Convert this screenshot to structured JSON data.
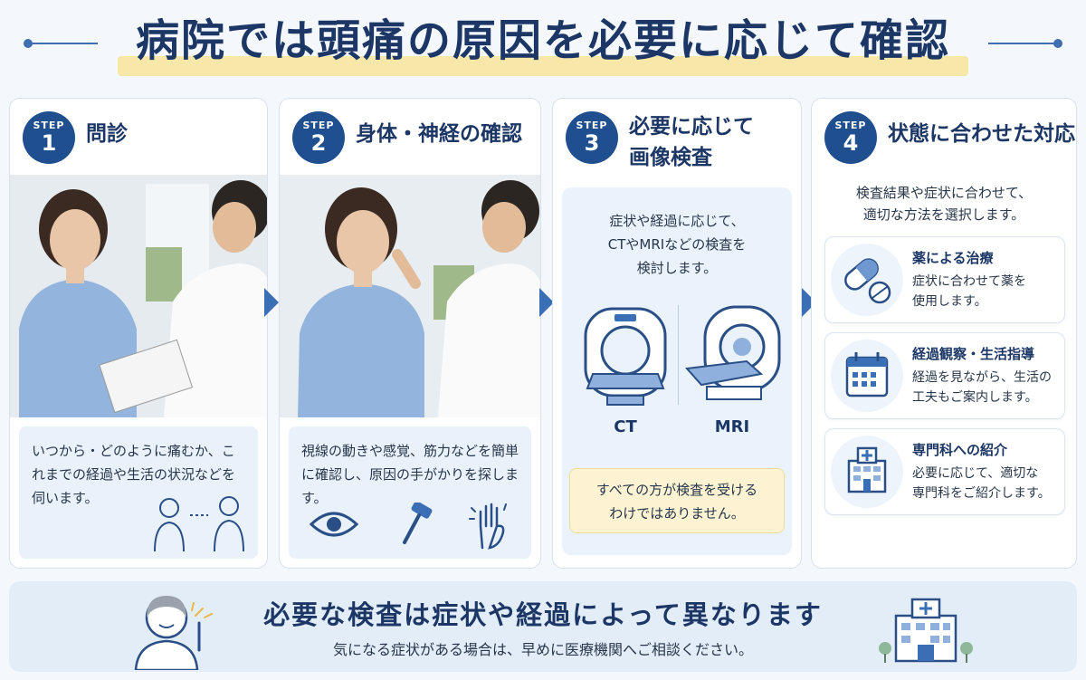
{
  "header": {
    "title": "病院では頭痛の原因を必要に応じて確認"
  },
  "steps": [
    {
      "step_label": "STEP",
      "number": "1",
      "title": "問診",
      "text": "いつから・どのように痛むか、これまでの経過や生活の状況などを伺います。"
    },
    {
      "step_label": "STEP",
      "number": "2",
      "title": "身体・神経の確認",
      "text": "視線の動きや感覚、筋力などを簡単に確認し、原因の手がかりを探します。"
    },
    {
      "step_label": "STEP",
      "number": "3",
      "title_line1": "必要に応じて",
      "title_line2": "画像検査",
      "text_line1": "症状や経過に応じて、",
      "text_line2": "CTやMRIなどの検査を",
      "text_line3": "検討します。",
      "scan1_label": "CT",
      "scan2_label": "MRI",
      "note_line1": "すべての方が検査を受ける",
      "note_line2": "わけではありません。"
    },
    {
      "step_label": "STEP",
      "number": "4",
      "title": "状態に合わせた対応",
      "intro_line1": "検査結果や症状に合わせて、",
      "intro_line2": "適切な方法を選択します。",
      "options": [
        {
          "title": "薬による治療",
          "line1": "症状に合わせて薬を",
          "line2": "使用します。",
          "icon": "pill-icon"
        },
        {
          "title": "経過観察・生活指導",
          "line1": "経過を見ながら、生活の",
          "line2": "工夫もご案内します。",
          "icon": "calendar-icon"
        },
        {
          "title": "専門科への紹介",
          "line1": "必要に応じて、適切な",
          "line2": "専門科をご紹介します。",
          "icon": "hospital-icon"
        }
      ]
    }
  ],
  "banner": {
    "title": "必要な検査は症状や経過によって異なります",
    "subtitle": "気になる症状がある場合は、早めに医療機関へご相談ください。"
  },
  "colors": {
    "primary": "#1f4f8f",
    "accent": "#3a6fb5",
    "highlight": "#f7e7a9",
    "note_bg": "#fdf3d3"
  }
}
